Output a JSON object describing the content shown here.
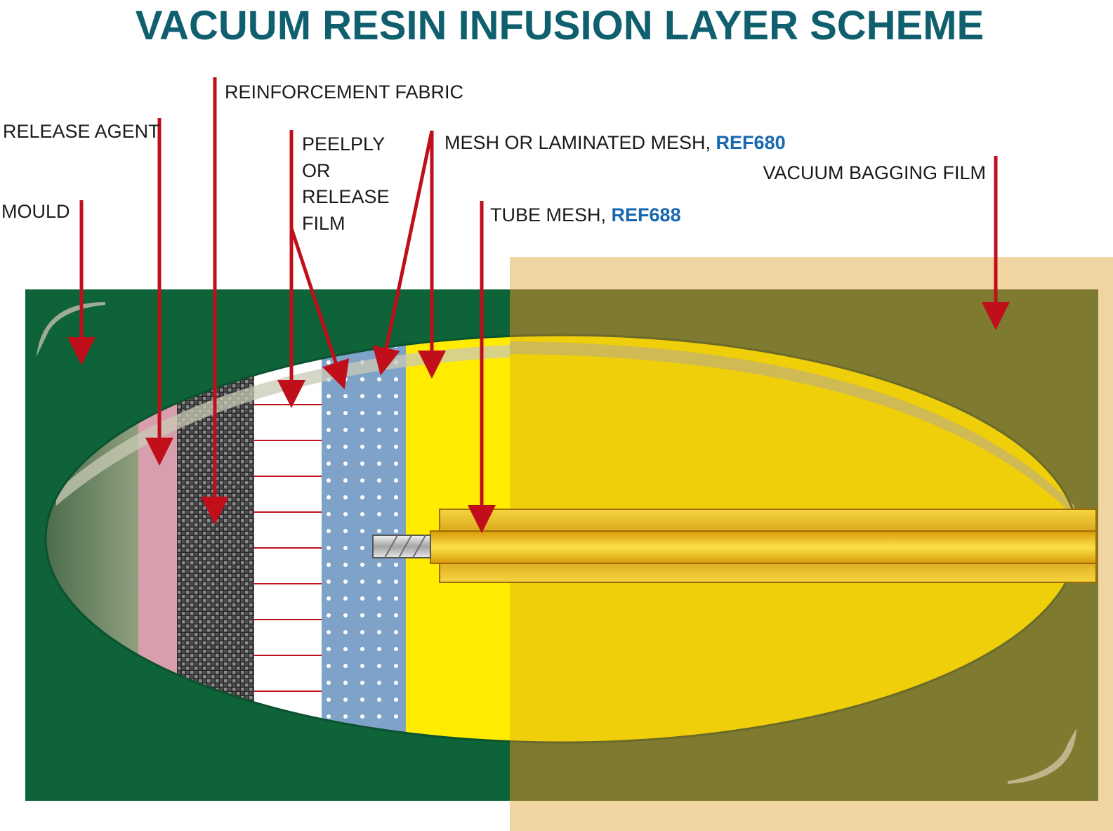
{
  "title": "VACUUM RESIN INFUSION LAYER SCHEME",
  "labels": {
    "release_agent": "RELEASE AGENT",
    "mould": "MOULD",
    "reinforcement_fabric": "REINFORCEMENT FABRIC",
    "peelply": [
      "PEELPLY",
      "OR",
      "RELEASE",
      "FILM"
    ],
    "mesh": {
      "text": "MESH OR LAMINATED MESH, ",
      "ref": "REF680"
    },
    "tube_mesh": {
      "text": "TUBE MESH, ",
      "ref": "REF688"
    },
    "vacuum_bagging_film": "VACUUM BAGGING FILM"
  },
  "colors": {
    "title": "#0f5f6e",
    "mould_green": "#0e6338",
    "bag_film": "#f0d4a2",
    "bag_overlap": "#7e7a30",
    "release_agent": "#d99eae",
    "reinforcement": "#3a3a3a",
    "peelply": "#ffffff",
    "peelply_lines": "#c0121b",
    "mesh": "#7fa2c8",
    "resin_yellow": "#ffec00",
    "resin_under_bag": "#eecf0a",
    "tube": "#e2a912",
    "arrow": "#c00f1a",
    "ref_blue": "#1668b0"
  }
}
